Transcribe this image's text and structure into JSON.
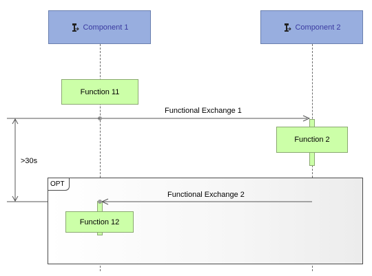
{
  "components": [
    {
      "name": "Component 1",
      "icon": "component-icon"
    },
    {
      "name": "Component 2",
      "icon": "component-icon"
    }
  ],
  "functions": [
    {
      "name": "Function 11"
    },
    {
      "name": "Function 2"
    },
    {
      "name": "Function 12"
    }
  ],
  "exchanges": [
    {
      "label": "Functional Exchange 1"
    },
    {
      "label": "Functional Exchange 2"
    }
  ],
  "duration_constraint": ">30s",
  "fragment": {
    "operator": "OPT"
  },
  "colors": {
    "component_fill": "#98aedf",
    "function_fill": "#ccffa8",
    "component_text": "#3a3aa0"
  }
}
